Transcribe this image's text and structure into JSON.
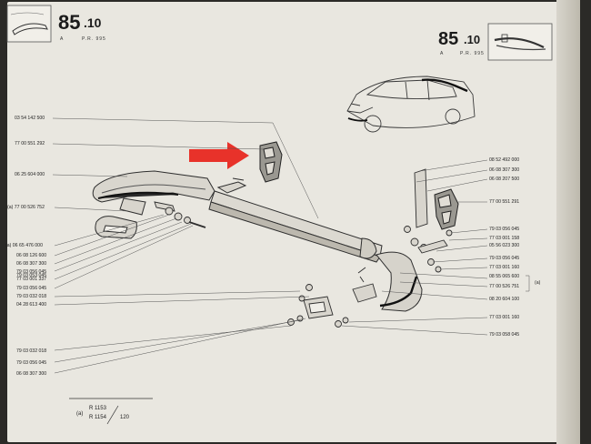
{
  "header_left": {
    "number": "85",
    "suffix": ".10",
    "sub_a": "A",
    "sub_pr": "P.R. 995"
  },
  "header_right": {
    "number": "85",
    "suffix": ".10",
    "sub_a": "A",
    "sub_pr": "P.R. 995"
  },
  "labels_top_left": [
    "03 54 142 500",
    "77 00 551 292",
    "06 25 604 000",
    "(a) 77 00 526 752"
  ],
  "labels_bottom_left": [
    "(a) 06 65 476 000",
    "06 08 126 600",
    "06 08 307 300",
    "79 03 056 045",
    "79 03 053 045",
    "77 03 001 337",
    "79 03 056 045",
    "79 03 032 018",
    "04 28 613 400",
    "79 03 032 018",
    "79 03 056 045",
    "06 08 307 300"
  ],
  "labels_right": [
    "08 52 492 000",
    "06 08 307 300",
    "06 08 207 500",
    "77 00 551 291",
    "79 03 056 045",
    "77 03 001 158",
    "05 56 023 300",
    "79 03 056 045",
    "77 03 001 160",
    "08 55 065 600",
    "77 00 526 751",
    "08 20 604 100",
    "77 03 001 160",
    "79 03 058 045"
  ],
  "bracket_note": "(a)",
  "footer": {
    "marker": "(a)",
    "line1": "R 1153",
    "line2": "R 1154",
    "page": "120"
  },
  "colors": {
    "arrow": "#e8322a",
    "ink": "#3a3a3a",
    "paper": "#e9e7e0"
  }
}
